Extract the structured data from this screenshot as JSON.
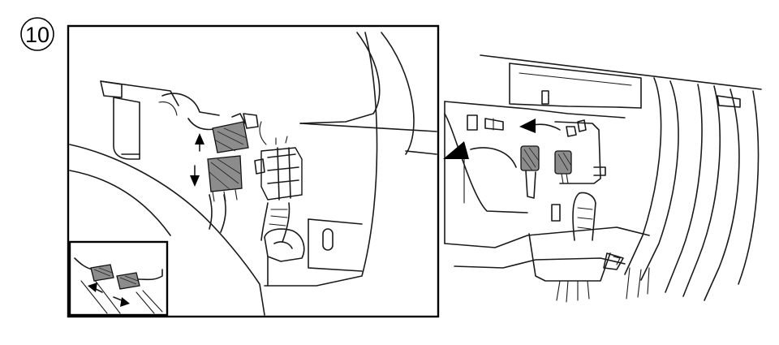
{
  "step": {
    "number": "10"
  },
  "colors": {
    "line": "#1a1a1a",
    "frame": "#000000",
    "connector_shading": "#8c8c8c",
    "background": "#ffffff"
  },
  "icons": [
    "step-number-circle",
    "detail-frame",
    "inset-frame",
    "connector-icon",
    "disconnect-arrow-icon",
    "rotate-arrow-icon",
    "pull-arrow-icon"
  ]
}
